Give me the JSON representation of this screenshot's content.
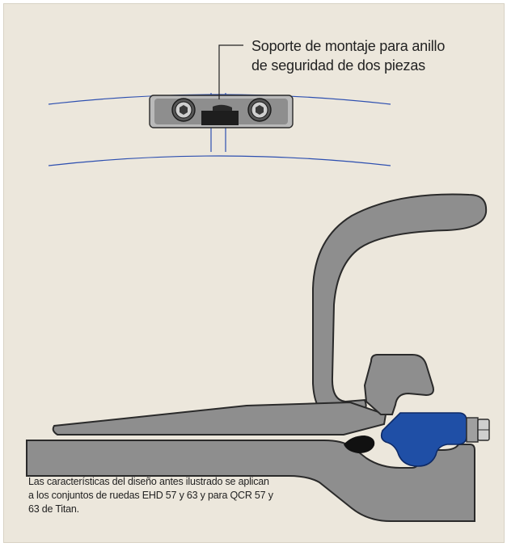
{
  "callout": {
    "line1": "Soporte de montaje para anillo",
    "line2": "de seguridad de dos piezas"
  },
  "caption": {
    "line1": "Las características del diseño antes ilustrado se aplican",
    "line2": "a los conjuntos de ruedas EHD 57 y 63 y para QCR 57 y",
    "line3": "63 de Titan."
  },
  "colors": {
    "background": "#ece7dc",
    "rim_steel": "#8e8e8e",
    "outline": "#2a2a2a",
    "lock_ring_blue": "#1f4fa6",
    "rim_line_blue": "#2d4fb0",
    "bead_seal": "#111111"
  },
  "icons": {
    "bolt_left": "hex-socket-bolt-icon",
    "bolt_right": "hex-socket-bolt-icon",
    "nut": "hex-nut-icon"
  }
}
